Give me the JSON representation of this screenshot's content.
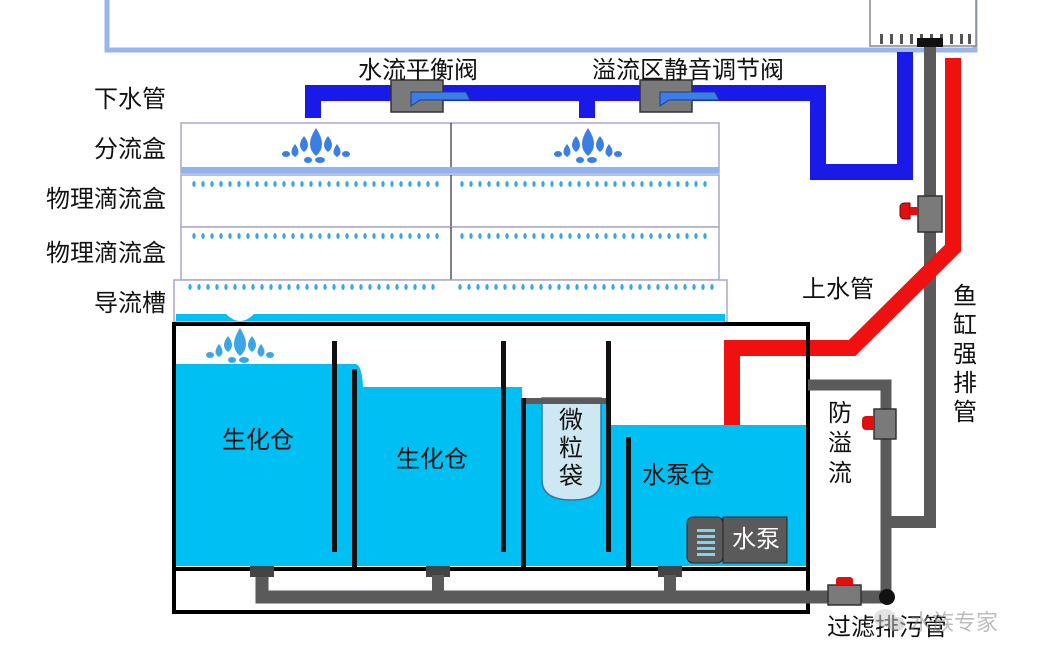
{
  "labels": {
    "downpipe": "下水管",
    "splitter_box": "分流盒",
    "drip_box_1": "物理滴流盒",
    "drip_box_2": "物理滴流盒",
    "guide_trough": "导流槽",
    "balance_valve": "水流平衡阀",
    "silent_valve": "溢流区静音调节阀",
    "inlet_pipe": "上水管",
    "tank_drain_chars": [
      "鱼",
      "缸",
      "强",
      "排",
      "管"
    ],
    "anti_overflow_chars": [
      "防",
      "溢",
      "流"
    ],
    "bio_chamber_1": "生化仓",
    "bio_chamber_2": "生化仓",
    "micro_bag_chars": [
      "微",
      "粒",
      "袋"
    ],
    "pump_chamber": "水泵仓",
    "pump": "水泵",
    "filter_drain": "过滤排污管",
    "watermark": "水族专家"
  },
  "colors": {
    "water": "#00bff2",
    "blue_pipe": "#1a1ae8",
    "red_pipe": "#f01010",
    "gray_pipe": "#5a5a5a",
    "outline": "#000000",
    "box_border": "#a8a8c8",
    "valve_body": "#7a7a7a",
    "valve_handle": "#3a7ee6",
    "tap_handle": "#e01010"
  },
  "icons": [
    "valve-icon",
    "droplet-icon",
    "pump-icon",
    "handwheel-icon",
    "speech-bubble-icon"
  ]
}
